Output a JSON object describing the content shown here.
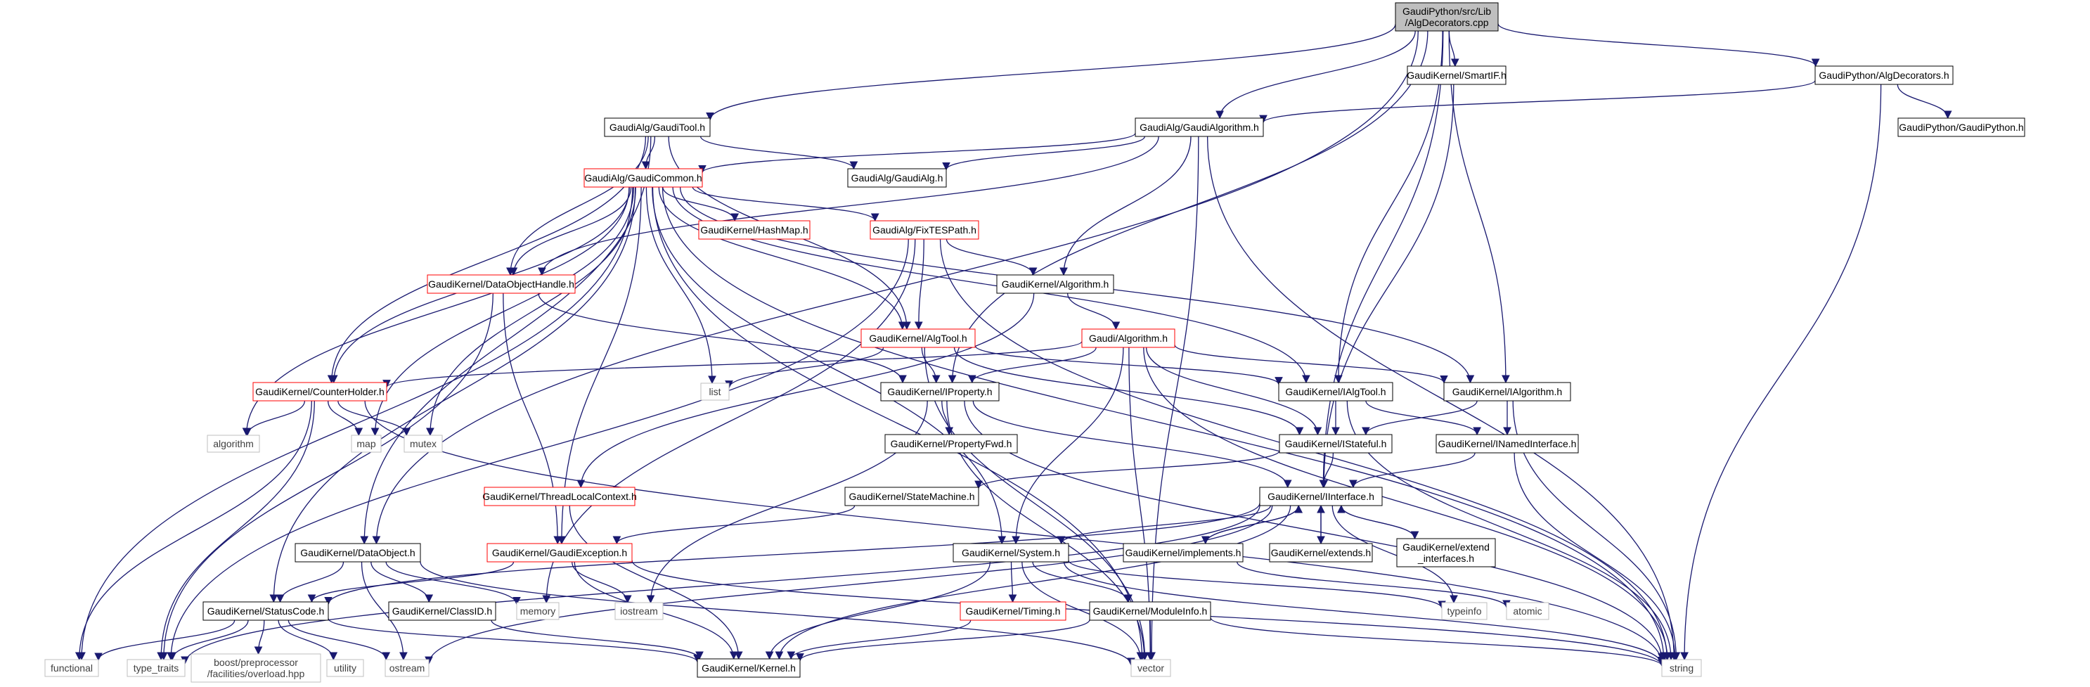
{
  "diagram": {
    "colors": {
      "edge": "#191970",
      "black_border": "#000000",
      "red_border": "#ff0000",
      "grey_border": "#bfbfbf",
      "root_fill": "#bfbfbf",
      "text": "#000000",
      "grey_text": "#404040"
    },
    "nodes": [
      {
        "id": "root",
        "lines": [
          "GaudiPython/src/Lib",
          "/AlgDecorators.cpp"
        ],
        "style": "root"
      },
      {
        "id": "smartif",
        "lines": [
          "GaudiKernel/SmartIF.h"
        ],
        "style": "black"
      },
      {
        "id": "algdec_h",
        "lines": [
          "GaudiPython/AlgDecorators.h"
        ],
        "style": "black"
      },
      {
        "id": "gaudipython_h",
        "lines": [
          "GaudiPython/GaudiPython.h"
        ],
        "style": "black"
      },
      {
        "id": "gauditool",
        "lines": [
          "GaudiAlg/GaudiTool.h"
        ],
        "style": "black"
      },
      {
        "id": "gaudialgorithm",
        "lines": [
          "GaudiAlg/GaudiAlgorithm.h"
        ],
        "style": "black"
      },
      {
        "id": "gaudicommon",
        "lines": [
          "GaudiAlg/GaudiCommon.h"
        ],
        "style": "red"
      },
      {
        "id": "gaudialg",
        "lines": [
          "GaudiAlg/GaudiAlg.h"
        ],
        "style": "black"
      },
      {
        "id": "hashmap",
        "lines": [
          "GaudiKernel/HashMap.h"
        ],
        "style": "red"
      },
      {
        "id": "fixtespath",
        "lines": [
          "GaudiAlg/FixTESPath.h"
        ],
        "style": "red"
      },
      {
        "id": "dataobjhandle",
        "lines": [
          "GaudiKernel/DataObjectHandle.h"
        ],
        "style": "red"
      },
      {
        "id": "kalgorithm",
        "lines": [
          "GaudiKernel/Algorithm.h"
        ],
        "style": "black"
      },
      {
        "id": "galgorithm",
        "lines": [
          "Gaudi/Algorithm.h"
        ],
        "style": "red"
      },
      {
        "id": "algtool",
        "lines": [
          "GaudiKernel/AlgTool.h"
        ],
        "style": "red"
      },
      {
        "id": "counterholder",
        "lines": [
          "GaudiKernel/CounterHolder.h"
        ],
        "style": "red"
      },
      {
        "id": "list",
        "lines": [
          "list"
        ],
        "style": "grey"
      },
      {
        "id": "iproperty",
        "lines": [
          "GaudiKernel/IProperty.h"
        ],
        "style": "black"
      },
      {
        "id": "ialgtool",
        "lines": [
          "GaudiKernel/IAlgTool.h"
        ],
        "style": "black"
      },
      {
        "id": "ialgorithm",
        "lines": [
          "GaudiKernel/IAlgorithm.h"
        ],
        "style": "black"
      },
      {
        "id": "algorithm_std",
        "lines": [
          "algorithm"
        ],
        "style": "grey"
      },
      {
        "id": "map",
        "lines": [
          "map"
        ],
        "style": "grey"
      },
      {
        "id": "mutex",
        "lines": [
          "mutex"
        ],
        "style": "grey"
      },
      {
        "id": "propertyfwd",
        "lines": [
          "GaudiKernel/PropertyFwd.h"
        ],
        "style": "black"
      },
      {
        "id": "istateful",
        "lines": [
          "GaudiKernel/IStateful.h"
        ],
        "style": "black"
      },
      {
        "id": "inamedinterface",
        "lines": [
          "GaudiKernel/INamedInterface.h"
        ],
        "style": "black"
      },
      {
        "id": "threadlocal",
        "lines": [
          "GaudiKernel/ThreadLocalContext.h"
        ],
        "style": "red"
      },
      {
        "id": "statemachine",
        "lines": [
          "GaudiKernel/StateMachine.h"
        ],
        "style": "black"
      },
      {
        "id": "iinterface",
        "lines": [
          "GaudiKernel/IInterface.h"
        ],
        "style": "black"
      },
      {
        "id": "dataobject",
        "lines": [
          "GaudiKernel/DataObject.h"
        ],
        "style": "black"
      },
      {
        "id": "gaudiexception",
        "lines": [
          "GaudiKernel/GaudiException.h"
        ],
        "style": "red"
      },
      {
        "id": "system",
        "lines": [
          "GaudiKernel/System.h"
        ],
        "style": "black"
      },
      {
        "id": "implements",
        "lines": [
          "GaudiKernel/implements.h"
        ],
        "style": "black"
      },
      {
        "id": "extends",
        "lines": [
          "GaudiKernel/extends.h"
        ],
        "style": "black"
      },
      {
        "id": "extend_interfaces",
        "lines": [
          "GaudiKernel/extend",
          "_interfaces.h"
        ],
        "style": "black"
      },
      {
        "id": "statuscode",
        "lines": [
          "GaudiKernel/StatusCode.h"
        ],
        "style": "black"
      },
      {
        "id": "classid",
        "lines": [
          "GaudiKernel/ClassID.h"
        ],
        "style": "black"
      },
      {
        "id": "memory",
        "lines": [
          "memory"
        ],
        "style": "grey"
      },
      {
        "id": "iostream",
        "lines": [
          "iostream"
        ],
        "style": "grey"
      },
      {
        "id": "timing",
        "lines": [
          "GaudiKernel/Timing.h"
        ],
        "style": "red"
      },
      {
        "id": "moduleinfo",
        "lines": [
          "GaudiKernel/ModuleInfo.h"
        ],
        "style": "black"
      },
      {
        "id": "typeinfo",
        "lines": [
          "typeinfo"
        ],
        "style": "grey"
      },
      {
        "id": "atomic",
        "lines": [
          "atomic"
        ],
        "style": "grey"
      },
      {
        "id": "functional",
        "lines": [
          "functional"
        ],
        "style": "grey"
      },
      {
        "id": "type_traits",
        "lines": [
          "type_traits"
        ],
        "style": "grey"
      },
      {
        "id": "boost_overload",
        "lines": [
          "boost/preprocessor",
          "/facilities/overload.hpp"
        ],
        "style": "grey"
      },
      {
        "id": "utility",
        "lines": [
          "utility"
        ],
        "style": "grey"
      },
      {
        "id": "ostream",
        "lines": [
          "ostream"
        ],
        "style": "grey"
      },
      {
        "id": "kernel",
        "lines": [
          "GaudiKernel/Kernel.h"
        ],
        "style": "black"
      },
      {
        "id": "vector",
        "lines": [
          "vector"
        ],
        "style": "grey"
      },
      {
        "id": "string",
        "lines": [
          "string"
        ],
        "style": "grey"
      }
    ],
    "edges": [
      [
        "root",
        "smartif"
      ],
      [
        "root",
        "algdec_h"
      ],
      [
        "root",
        "gauditool"
      ],
      [
        "root",
        "gaudialgorithm"
      ],
      [
        "root",
        "dataobject"
      ],
      [
        "root",
        "iproperty"
      ],
      [
        "root",
        "ialgtool"
      ],
      [
        "root",
        "ialgorithm"
      ],
      [
        "root",
        "iinterface"
      ],
      [
        "algdec_h",
        "gaudipython_h"
      ],
      [
        "algdec_h",
        "gaudialgorithm"
      ],
      [
        "algdec_h",
        "string"
      ],
      [
        "smartif",
        "iinterface"
      ],
      [
        "gauditool",
        "gaudicommon"
      ],
      [
        "gauditool",
        "gaudialg"
      ],
      [
        "gauditool",
        "dataobjhandle"
      ],
      [
        "gauditool",
        "counterholder"
      ],
      [
        "gauditool",
        "dataobject"
      ],
      [
        "gauditool",
        "algtool"
      ],
      [
        "gaudialgorithm",
        "gaudicommon"
      ],
      [
        "gaudialgorithm",
        "gaudialg"
      ],
      [
        "gaudialgorithm",
        "dataobjhandle"
      ],
      [
        "gaudialgorithm",
        "kalgorithm"
      ],
      [
        "gaudialgorithm",
        "vector"
      ],
      [
        "gaudialgorithm",
        "string"
      ],
      [
        "gaudicommon",
        "hashmap"
      ],
      [
        "gaudicommon",
        "fixtespath"
      ],
      [
        "gaudicommon",
        "dataobjhandle"
      ],
      [
        "gaudicommon",
        "counterholder"
      ],
      [
        "gaudicommon",
        "list"
      ],
      [
        "gaudicommon",
        "algorithm_std"
      ],
      [
        "gaudicommon",
        "map"
      ],
      [
        "gaudicommon",
        "mutex"
      ],
      [
        "gaudicommon",
        "functional"
      ],
      [
        "gaudicommon",
        "statuscode"
      ],
      [
        "gaudicommon",
        "gaudiexception"
      ],
      [
        "gaudicommon",
        "system"
      ],
      [
        "gaudicommon",
        "vector"
      ],
      [
        "gaudicommon",
        "ialgtool"
      ],
      [
        "gaudicommon",
        "ialgorithm"
      ],
      [
        "gaudicommon",
        "algtool"
      ],
      [
        "gaudicommon",
        "string"
      ],
      [
        "fixtespath",
        "kalgorithm"
      ],
      [
        "fixtespath",
        "algtool"
      ],
      [
        "fixtespath",
        "type_traits"
      ],
      [
        "fixtespath",
        "memory"
      ],
      [
        "fixtespath",
        "string"
      ],
      [
        "dataobjhandle",
        "iproperty"
      ],
      [
        "dataobjhandle",
        "gaudiexception"
      ],
      [
        "dataobjhandle",
        "type_traits"
      ],
      [
        "kalgorithm",
        "galgorithm"
      ],
      [
        "kalgorithm",
        "threadlocal"
      ],
      [
        "galgorithm",
        "iproperty"
      ],
      [
        "galgorithm",
        "ialgorithm"
      ],
      [
        "galgorithm",
        "istateful"
      ],
      [
        "galgorithm",
        "counterholder"
      ],
      [
        "galgorithm",
        "system"
      ],
      [
        "galgorithm",
        "vector"
      ],
      [
        "galgorithm",
        "string"
      ],
      [
        "algtool",
        "iproperty"
      ],
      [
        "algtool",
        "ialgtool"
      ],
      [
        "algtool",
        "istateful"
      ],
      [
        "algtool",
        "list"
      ],
      [
        "algtool",
        "vector"
      ],
      [
        "counterholder",
        "algorithm_std"
      ],
      [
        "counterholder",
        "map"
      ],
      [
        "counterholder",
        "mutex"
      ],
      [
        "counterholder",
        "functional"
      ],
      [
        "counterholder",
        "type_traits"
      ],
      [
        "counterholder",
        "string"
      ],
      [
        "iproperty",
        "propertyfwd"
      ],
      [
        "iproperty",
        "iinterface"
      ],
      [
        "iproperty",
        "iostream"
      ],
      [
        "iproperty",
        "vector"
      ],
      [
        "iproperty",
        "string"
      ],
      [
        "ialgtool",
        "istateful"
      ],
      [
        "ialgtool",
        "inamedinterface"
      ],
      [
        "ialgtool",
        "string"
      ],
      [
        "ialgorithm",
        "istateful"
      ],
      [
        "ialgorithm",
        "inamedinterface"
      ],
      [
        "ialgorithm",
        "string"
      ],
      [
        "istateful",
        "statemachine"
      ],
      [
        "istateful",
        "iinterface"
      ],
      [
        "inamedinterface",
        "iinterface"
      ],
      [
        "inamedinterface",
        "string"
      ],
      [
        "statemachine",
        "gaudiexception"
      ],
      [
        "threadlocal",
        "kernel"
      ],
      [
        "iinterface",
        "system"
      ],
      [
        "iinterface",
        "statuscode"
      ],
      [
        "iinterface",
        "implements"
      ],
      [
        "iinterface",
        "extends"
      ],
      [
        "iinterface",
        "extend_interfaces"
      ],
      [
        "iinterface",
        "typeinfo"
      ],
      [
        "iinterface",
        "ostream"
      ],
      [
        "iinterface",
        "type_traits"
      ],
      [
        "iinterface",
        "kernel"
      ],
      [
        "implements",
        "iinterface"
      ],
      [
        "implements",
        "atomic"
      ],
      [
        "extends",
        "iinterface"
      ],
      [
        "extend_interfaces",
        "iinterface"
      ],
      [
        "dataobject",
        "statuscode"
      ],
      [
        "dataobject",
        "classid"
      ],
      [
        "dataobject",
        "memory"
      ],
      [
        "dataobject",
        "ostream"
      ],
      [
        "dataobject",
        "vector"
      ],
      [
        "gaudiexception",
        "statuscode"
      ],
      [
        "gaudiexception",
        "iostream"
      ],
      [
        "gaudiexception",
        "kernel"
      ],
      [
        "gaudiexception",
        "string"
      ],
      [
        "system",
        "timing"
      ],
      [
        "system",
        "moduleinfo"
      ],
      [
        "system",
        "kernel"
      ],
      [
        "system",
        "typeinfo"
      ],
      [
        "system",
        "vector"
      ],
      [
        "system",
        "string"
      ],
      [
        "statuscode",
        "functional"
      ],
      [
        "statuscode",
        "type_traits"
      ],
      [
        "statuscode",
        "boost_overload"
      ],
      [
        "statuscode",
        "utility"
      ],
      [
        "statuscode",
        "ostream"
      ],
      [
        "statuscode",
        "kernel"
      ],
      [
        "classid",
        "kernel"
      ],
      [
        "timing",
        "kernel"
      ],
      [
        "moduleinfo",
        "kernel"
      ],
      [
        "moduleinfo",
        "vector"
      ],
      [
        "moduleinfo",
        "string"
      ]
    ]
  }
}
